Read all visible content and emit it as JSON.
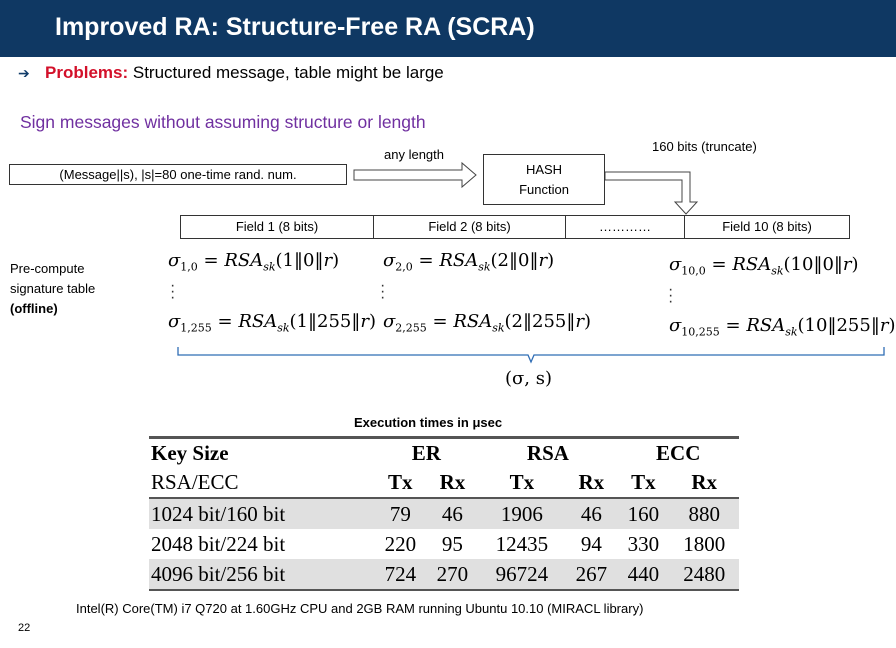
{
  "title": "Improved RA: Structure-Free RA (SCRA)",
  "problems": {
    "label": "Problems:",
    "text": "Structured message, table might be large"
  },
  "subtitle": "Sign messages without assuming structure or length",
  "diagram": {
    "message_box": "(Message||s), |s|=80 one-time rand. num.",
    "any_length": "any length",
    "hash_line1": "HASH",
    "hash_line2": "Function",
    "bits_label": "160 bits (truncate)",
    "fields": [
      "Field 1 (8 bits)",
      "Field 2 (8 bits)",
      "…………",
      "Field 10 (8 bits)"
    ],
    "precompute": {
      "line1": "Pre-compute",
      "line2": "signature table",
      "line3": "(offline)"
    },
    "sigma_s": "(σ, s)"
  },
  "table": {
    "title": "Execution times in μsec",
    "head1": [
      "Key Size",
      "ER",
      "RSA",
      "ECC"
    ],
    "head2": [
      "RSA/ECC",
      "Tx",
      "Rx",
      "Tx",
      "Rx",
      "Tx",
      "Rx"
    ],
    "rows": [
      [
        "1024 bit/160 bit",
        "79",
        "46",
        "1906",
        "46",
        "160",
        "880"
      ],
      [
        "2048 bit/224 bit",
        "220",
        "95",
        "12435",
        "94",
        "330",
        "1800"
      ],
      [
        "4096 bit/256 bit",
        "724",
        "270",
        "96724",
        "267",
        "440",
        "2480"
      ]
    ]
  },
  "footnote": "Intel(R) Core(TM) i7 Q720 at 1.60GHz CPU and 2GB RAM running Ubuntu 10.10 (MIRACL library)",
  "page_number": "22"
}
